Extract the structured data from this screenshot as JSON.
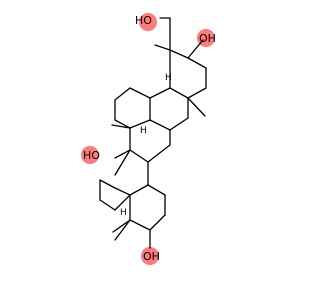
{
  "molecule": {
    "labels": {
      "oh_top_ch2": "HO",
      "oh_top_ring": "OH",
      "oh_middle": "HO",
      "oh_bottom": "OH",
      "h1": "H",
      "h2": "H",
      "h3": "H"
    },
    "highlight_color": "#ff6b6b"
  }
}
